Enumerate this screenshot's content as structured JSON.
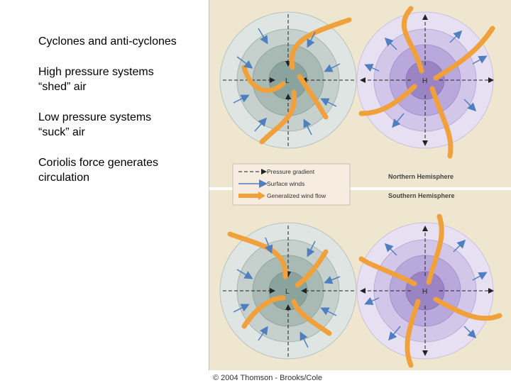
{
  "bullets": [
    {
      "lines": [
        "Cyclones and anti-cyclones"
      ]
    },
    {
      "lines": [
        "High pressure systems",
        "“shed” air"
      ]
    },
    {
      "lines": [
        "Low pressure systems",
        "“suck” air"
      ]
    },
    {
      "lines": [
        "Coriolis force generates",
        "circulation"
      ]
    }
  ],
  "figure": {
    "low_label": "L",
    "high_label": "H",
    "legend": {
      "pressure_gradient": "Pressure gradient",
      "surface_winds": "Surface winds",
      "generalized_wind_flow": "Generalized wind flow"
    },
    "northern_label": "Northern Hemisphere",
    "southern_label": "Southern Hemisphere",
    "copyright": "© 2004 Thomson - Brooks/Cole"
  },
  "colors": {
    "panel_bg": "#efe6cf",
    "low_outer": "#dfe5e3",
    "low_inner": "#7f9a92",
    "high_outer": "#e7e0f2",
    "high_inner": "#8d78b8",
    "wind_flow": "#f0a13b",
    "surface_winds": "#5b8fce"
  }
}
